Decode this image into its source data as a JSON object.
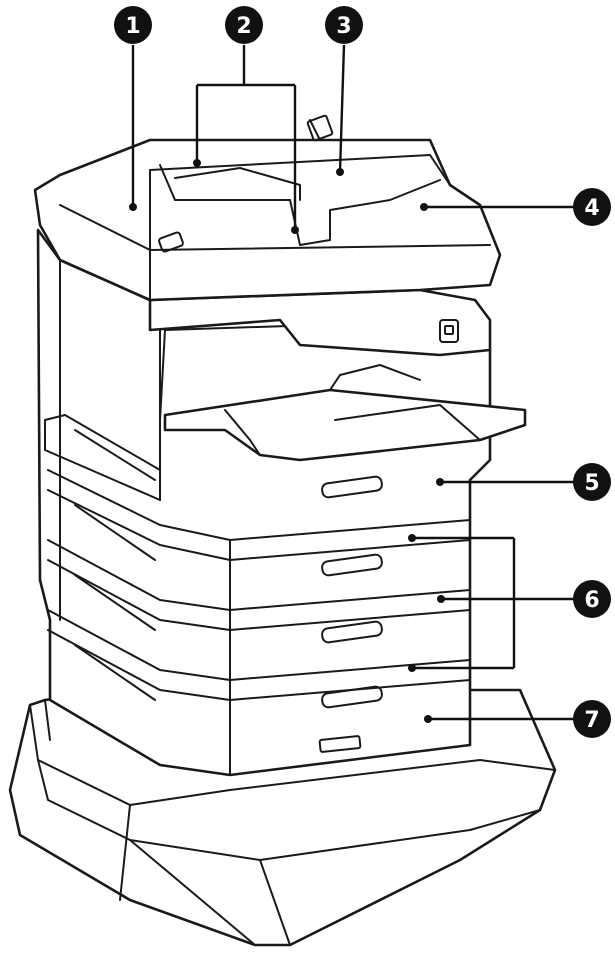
{
  "callouts": [
    {
      "number": "1"
    },
    {
      "number": "2"
    },
    {
      "number": "3"
    },
    {
      "number": "4"
    },
    {
      "number": "5"
    },
    {
      "number": "6"
    },
    {
      "number": "7"
    }
  ],
  "colors": {
    "line": "#1a1a1a",
    "callout": "#111111",
    "background": "#ffffff"
  }
}
